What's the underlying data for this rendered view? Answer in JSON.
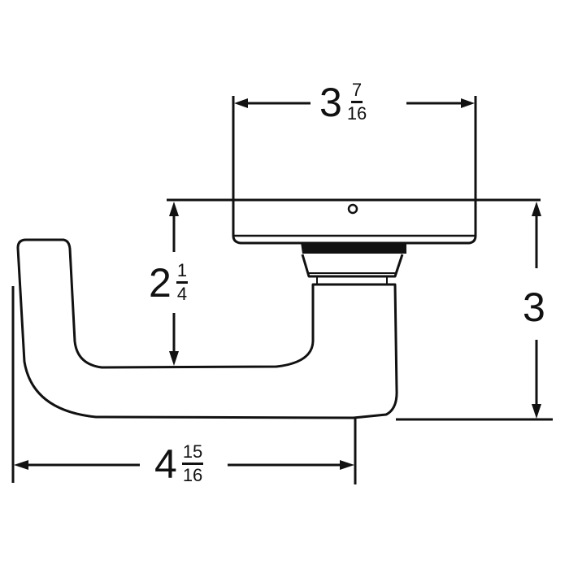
{
  "diagram": {
    "subject": "door lever handle with round rose, side/top dimension drawing",
    "stroke_color": "#111111",
    "background_color": "#ffffff",
    "dimensions": {
      "rose_width": {
        "whole": "3",
        "numerator": "7",
        "denominator": "16",
        "text": "3 7/16"
      },
      "lever_clearance": {
        "whole": "2",
        "numerator": "1",
        "denominator": "4",
        "text": "2 1/4"
      },
      "projection": {
        "whole": "3",
        "text": "3"
      },
      "lever_length": {
        "whole": "4",
        "numerator": "15",
        "denominator": "16",
        "text": "4 15/16"
      }
    }
  }
}
